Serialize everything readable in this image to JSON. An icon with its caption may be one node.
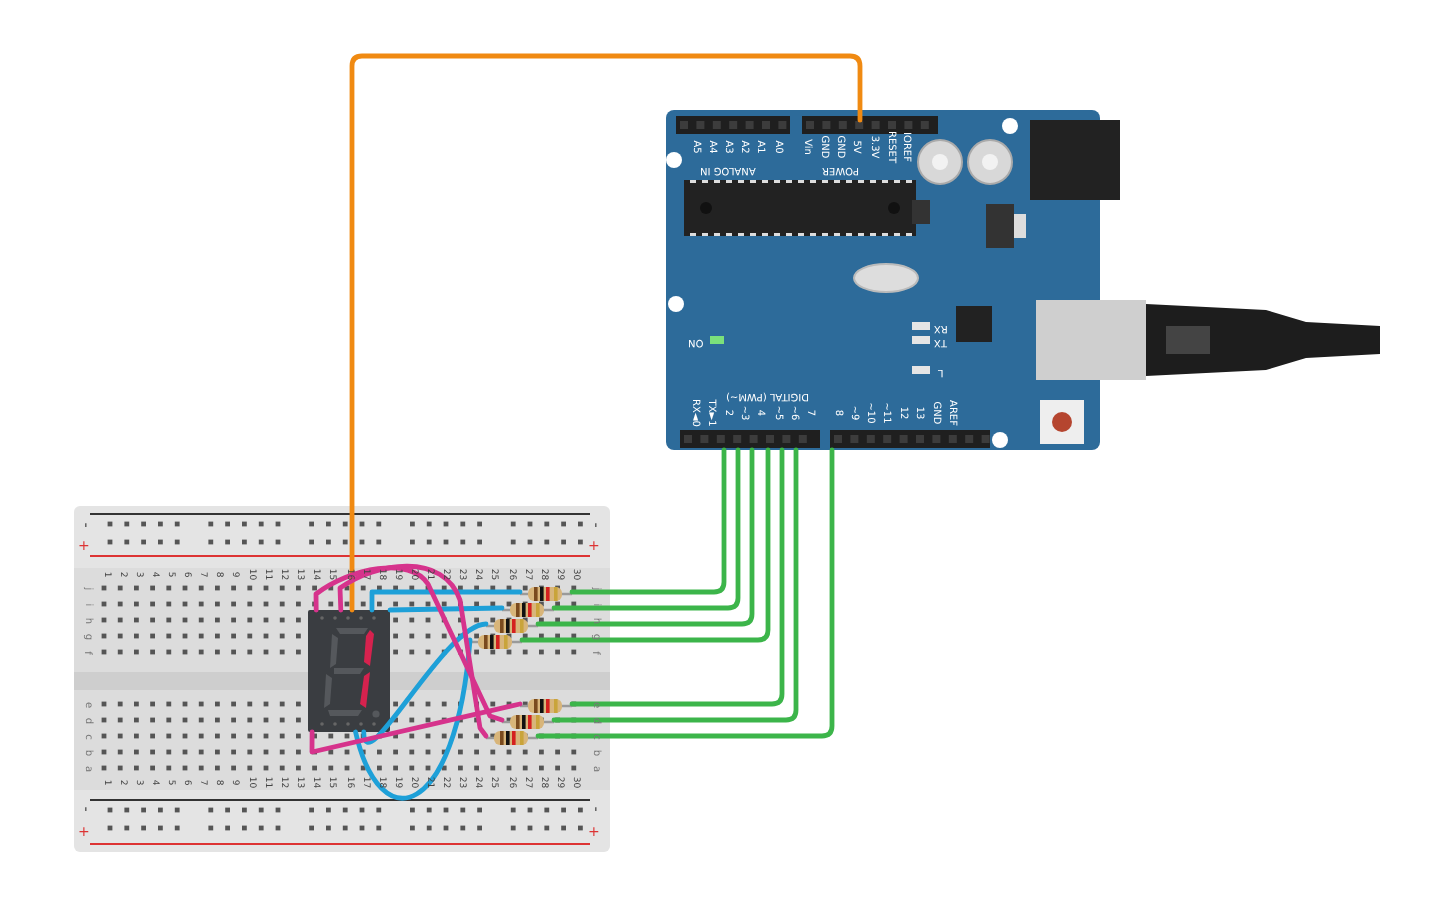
{
  "diagram": {
    "nodes": [
      {
        "text": [],
        "shape": "picture"
      },
      {
        "text": [],
        "shape": "picture"
      },
      {
        "text": [],
        "shape": "picture",
        "in": 1
      },
      {
        "text": [],
        "shape": "resistor",
        "in": 1
      },
      {
        "text": [],
        "shape": "resistor",
        "in": 1
      },
      {
        "text": [],
        "shape": "resistor",
        "in": 1
      },
      {
        "text": [],
        "shape": "resistor",
        "in": 1
      },
      {
        "text": [],
        "shape": "resistor",
        "in": 1
      },
      {
        "text": [],
        "shape": "resistor",
        "in": 1
      },
      {
        "text": [],
        "shape": "resistor",
        "in": 1
      }
    ],
    "edges": [
      {
        "from": 0,
        "to": 2,
        "arrow": "none",
        "color": "#f08a12"
      },
      {
        "from": 0,
        "to": 3,
        "arrow": "none"
      },
      {
        "from": 0,
        "to": 4,
        "arrow": "none"
      },
      {
        "from": 0,
        "to": 5,
        "arrow": "none"
      },
      {
        "from": 0,
        "to": 6,
        "arrow": "none"
      },
      {
        "from": 0,
        "to": 7,
        "arrow": "none"
      },
      {
        "from": 0,
        "to": 8,
        "arrow": "none"
      },
      {
        "from": 0,
        "to": 9,
        "arrow": "none"
      },
      {
        "from": 2,
        "to": 3,
        "arrow": "none",
        "color": "#1ea0d8"
      },
      {
        "from": 2,
        "to": 4,
        "arrow": "none",
        "color": "#1ea0d8"
      },
      {
        "from": 2,
        "to": 5,
        "arrow": "none",
        "color": "#1ea0d8"
      },
      {
        "from": 2,
        "to": 6,
        "arrow": "none",
        "color": "#1ea0d8"
      },
      {
        "from": 2,
        "to": 7,
        "arrow": "none",
        "color": "#d6338c"
      },
      {
        "from": 2,
        "to": 8,
        "arrow": "none",
        "color": "#d6338c"
      },
      {
        "from": 2,
        "to": 9,
        "arrow": "none",
        "color": "#d6338c"
      }
    ],
    "labels": [
      "A5",
      "A4",
      "A3",
      "A2",
      "A1",
      "A0",
      "ANALOG IN",
      "Vin",
      "GND",
      "GND",
      "5V",
      "3.3V",
      "RESET",
      "IOREF",
      "POWER",
      "ON",
      "RX",
      "TX",
      "L",
      "DIGITAL (PWM~)",
      "RX◄0",
      "TX►1",
      "2",
      "~3",
      "4",
      "~5",
      "~6",
      "7",
      "8",
      "~9",
      "~10",
      "~11",
      "12",
      "13",
      "GND",
      "AREF",
      "-",
      "-",
      "+",
      "+",
      "1",
      "2",
      "3",
      "4",
      "5",
      "6",
      "7",
      "8",
      "9",
      "10",
      "11",
      "12",
      "13",
      "14",
      "15",
      "16",
      "17",
      "18",
      "19",
      "20",
      "21",
      "22",
      "23",
      "24",
      "25",
      "26",
      "27",
      "28",
      "29",
      "30",
      "j",
      "j",
      "i",
      "i",
      "h",
      "h",
      "g",
      "g",
      "f",
      "f",
      "e",
      "e",
      "d",
      "d",
      "c",
      "c",
      "b",
      "b",
      "a",
      "a",
      "1",
      "2",
      "3",
      "4",
      "5",
      "6",
      "7",
      "8",
      "9",
      "10",
      "11",
      "12",
      "13",
      "14",
      "15",
      "16",
      "17",
      "18",
      "19",
      "20",
      "21",
      "22",
      "23",
      "24",
      "25",
      "26",
      "27",
      "28",
      "29",
      "30",
      "-",
      "-",
      "+",
      "+"
    ]
  }
}
